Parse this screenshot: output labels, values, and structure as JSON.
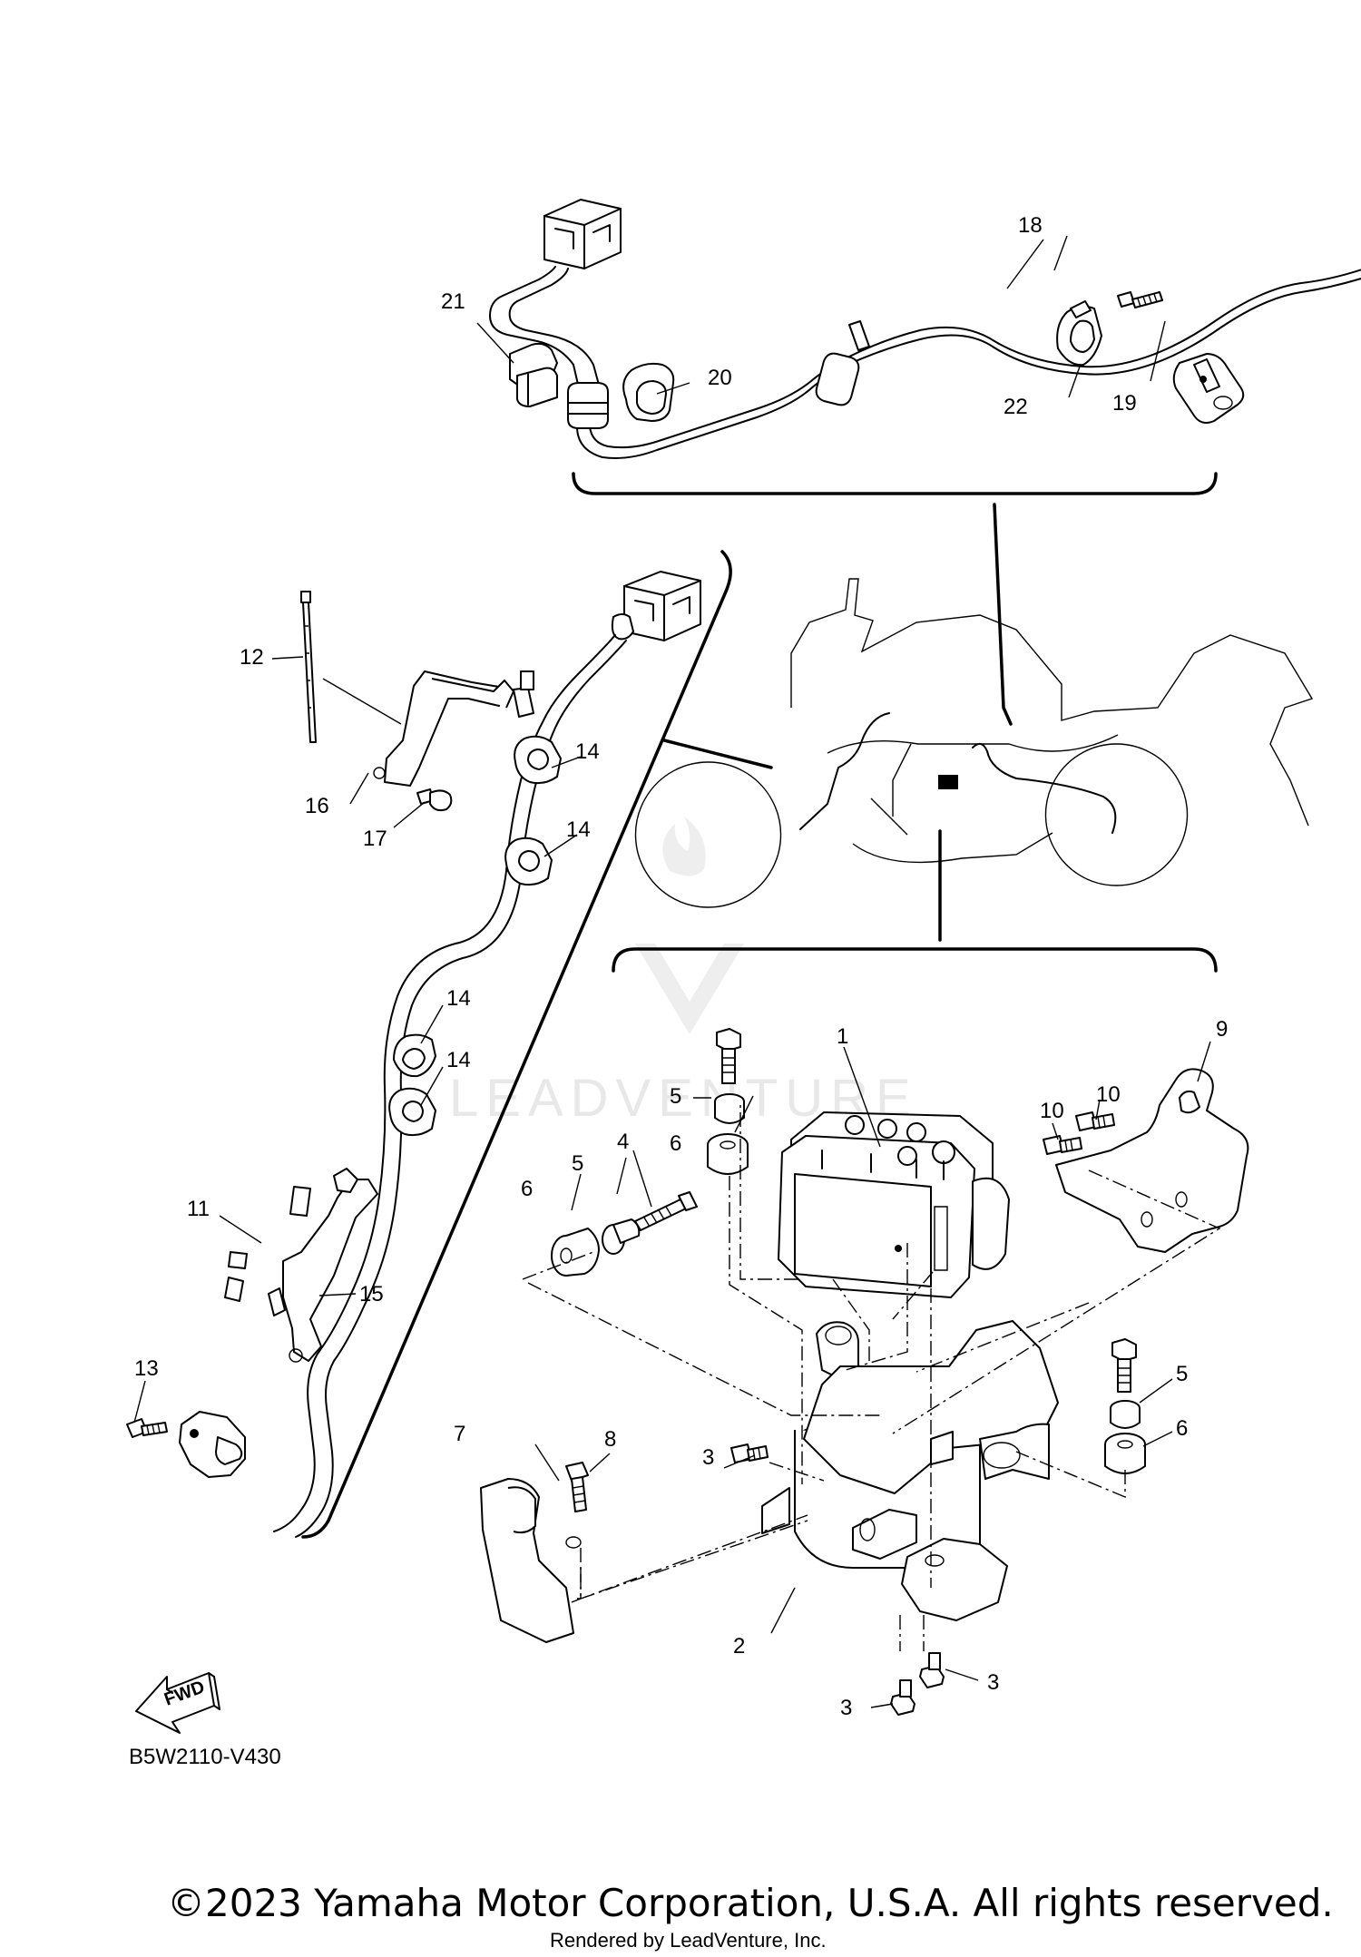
{
  "callouts": {
    "c1": "1",
    "c2": "2",
    "c3a": "3",
    "c3b": "3",
    "c3c": "3",
    "c4": "4",
    "c5a": "5",
    "c5b": "5",
    "c5c": "5",
    "c6a": "6",
    "c6b": "6",
    "c6c": "6",
    "c7": "7",
    "c8": "8",
    "c9": "9",
    "c10a": "10",
    "c10b": "10",
    "c11": "11",
    "c12": "12",
    "c13": "13",
    "c14a": "14",
    "c14b": "14",
    "c14c": "14",
    "c14d": "14",
    "c15": "15",
    "c16": "16",
    "c17": "17",
    "c18": "18",
    "c19": "19",
    "c20": "20",
    "c21": "21",
    "c22": "22"
  },
  "fwd_label": "FWD",
  "diagram_code": "B5W2110-V430",
  "watermark": "LEADVENTURE",
  "copyright": "©2023 Yamaha Motor Corporation, U.S.A. All rights reserved.",
  "rendered_by": "Rendered by LeadVenture, Inc."
}
